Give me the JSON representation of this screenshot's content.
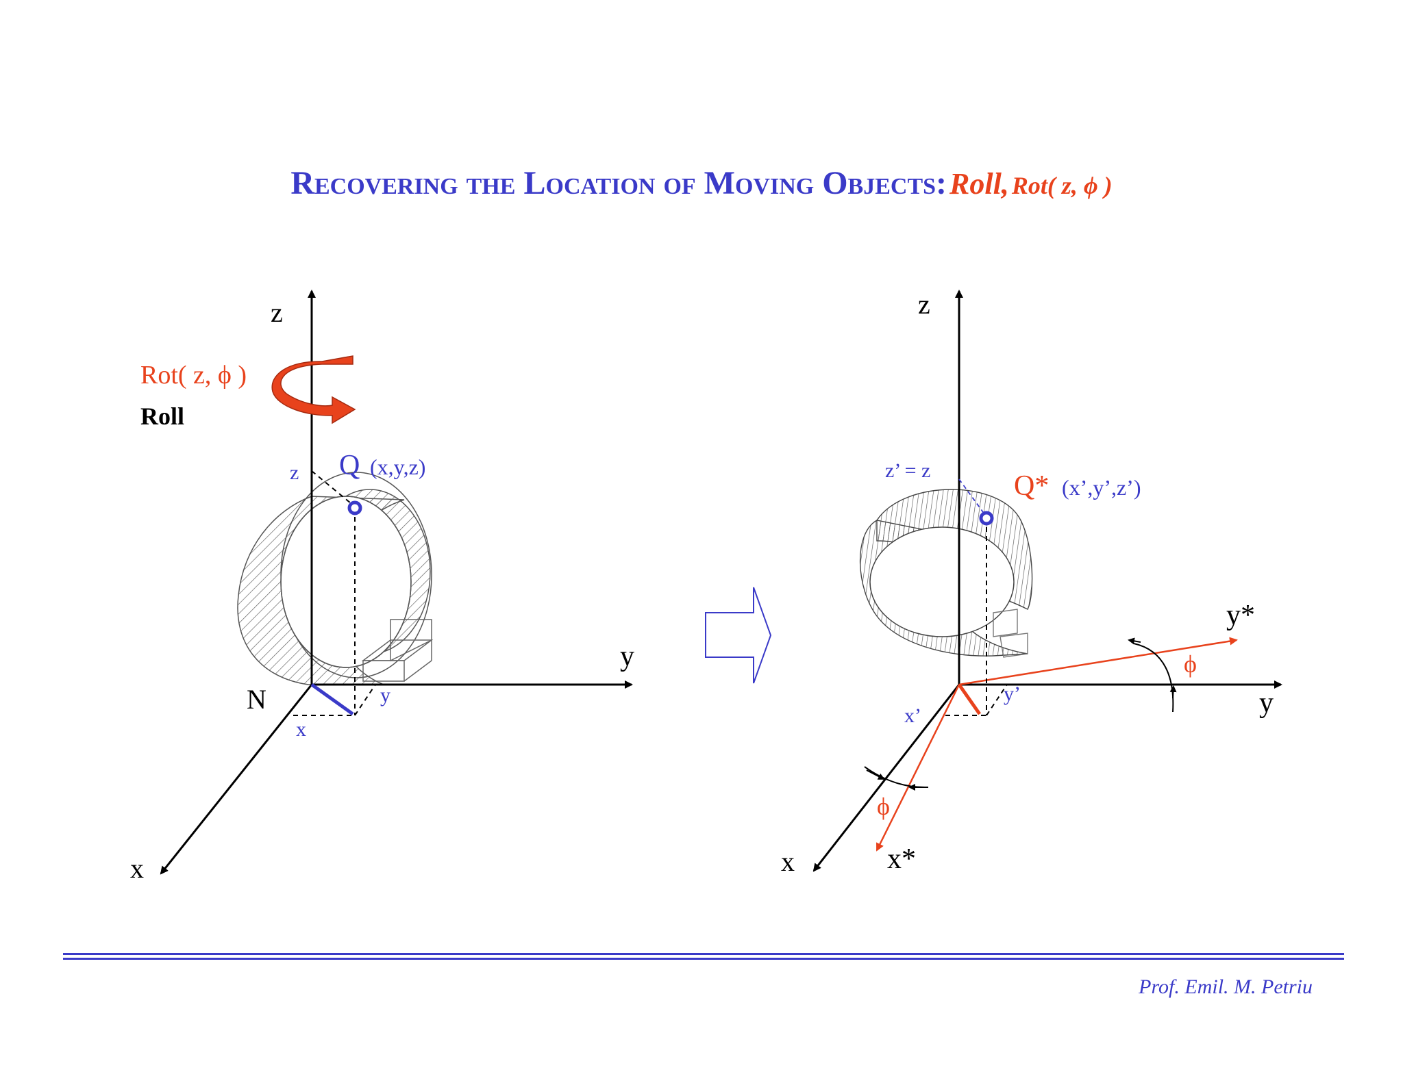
{
  "title": {
    "main": "Recovering the Location of Moving Objects:",
    "roll": "Roll,",
    "rot": "Rot( z, ϕ )"
  },
  "left_diagram": {
    "axis_z": "z",
    "axis_y": "y",
    "axis_x": "x",
    "origin": "N",
    "rotation_label": "Rot( z, ϕ )",
    "roll_label": "Roll",
    "point_name": "Q",
    "point_coords": "(x,y,z)",
    "proj_z": "z",
    "proj_x": "x",
    "proj_y": "y"
  },
  "right_diagram": {
    "axis_z": "z",
    "axis_y": "y",
    "axis_x": "x",
    "axis_ystar": "y*",
    "axis_xstar": "x*",
    "phi_y": "ϕ",
    "phi_x": "ϕ",
    "point_name": "Q*",
    "point_coords": "(x’,y’,z’)",
    "proj_z": "z’ = z",
    "proj_x": "x’",
    "proj_y": "y’"
  },
  "footer": {
    "author": "Prof. Emil. M. Petriu"
  },
  "colors": {
    "blue": "#3a3ac8",
    "red": "#e8421c",
    "black": "#000000"
  }
}
